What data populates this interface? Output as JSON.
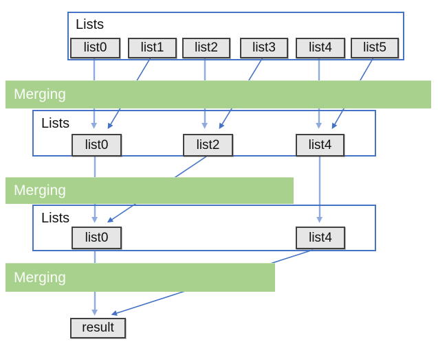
{
  "diagram": {
    "row1": {
      "label": "Lists",
      "items": [
        {
          "label": "list0"
        },
        {
          "label": "list1"
        },
        {
          "label": "list2"
        },
        {
          "label": "list3"
        },
        {
          "label": "list4"
        },
        {
          "label": "list5"
        }
      ]
    },
    "band1": {
      "label": "Merging"
    },
    "row2": {
      "label": "Lists",
      "items": [
        {
          "label": "list0"
        },
        {
          "label": "list2"
        },
        {
          "label": "list4"
        }
      ]
    },
    "band2": {
      "label": "Merging"
    },
    "row3": {
      "label": "Lists",
      "items": [
        {
          "label": "list0"
        },
        {
          "label": "list4"
        }
      ]
    },
    "band3": {
      "label": "Merging"
    },
    "result": {
      "label": "result"
    }
  },
  "colors": {
    "green_band": "#A9D18E",
    "band_text": "#FAFCF8",
    "box_border": "#4472C4",
    "item_bg": "#E7E6E6",
    "item_border": "#404040",
    "arrow_light": "#8FAADC",
    "arrow_dark": "#4472C4"
  }
}
